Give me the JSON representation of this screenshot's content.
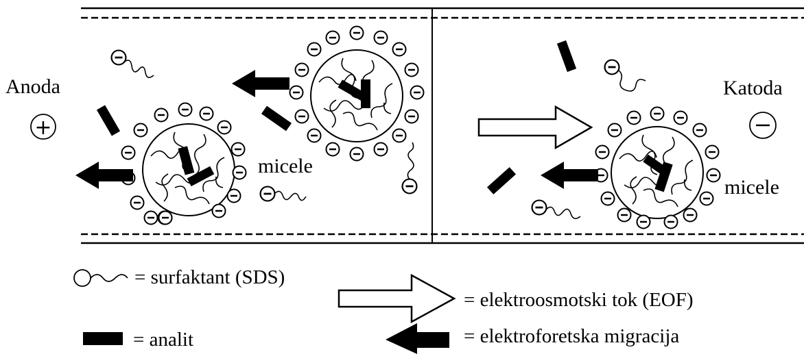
{
  "labels": {
    "anode": "Anoda",
    "anode_sign": "+",
    "cathode": "Katoda",
    "cathode_sign": "−",
    "micelle_left": "micele",
    "micelle_right": "micele",
    "charge_sign": "−"
  },
  "legend": {
    "surfactant": "= surfaktant (SDS)",
    "eof": "=  elektroosmotski tok (EOF)",
    "analyte": "=  analit",
    "migration": "=  elektroforetska migracija"
  },
  "colors": {
    "line": "#000000",
    "background": "#ffffff",
    "analyte": "#000000"
  }
}
